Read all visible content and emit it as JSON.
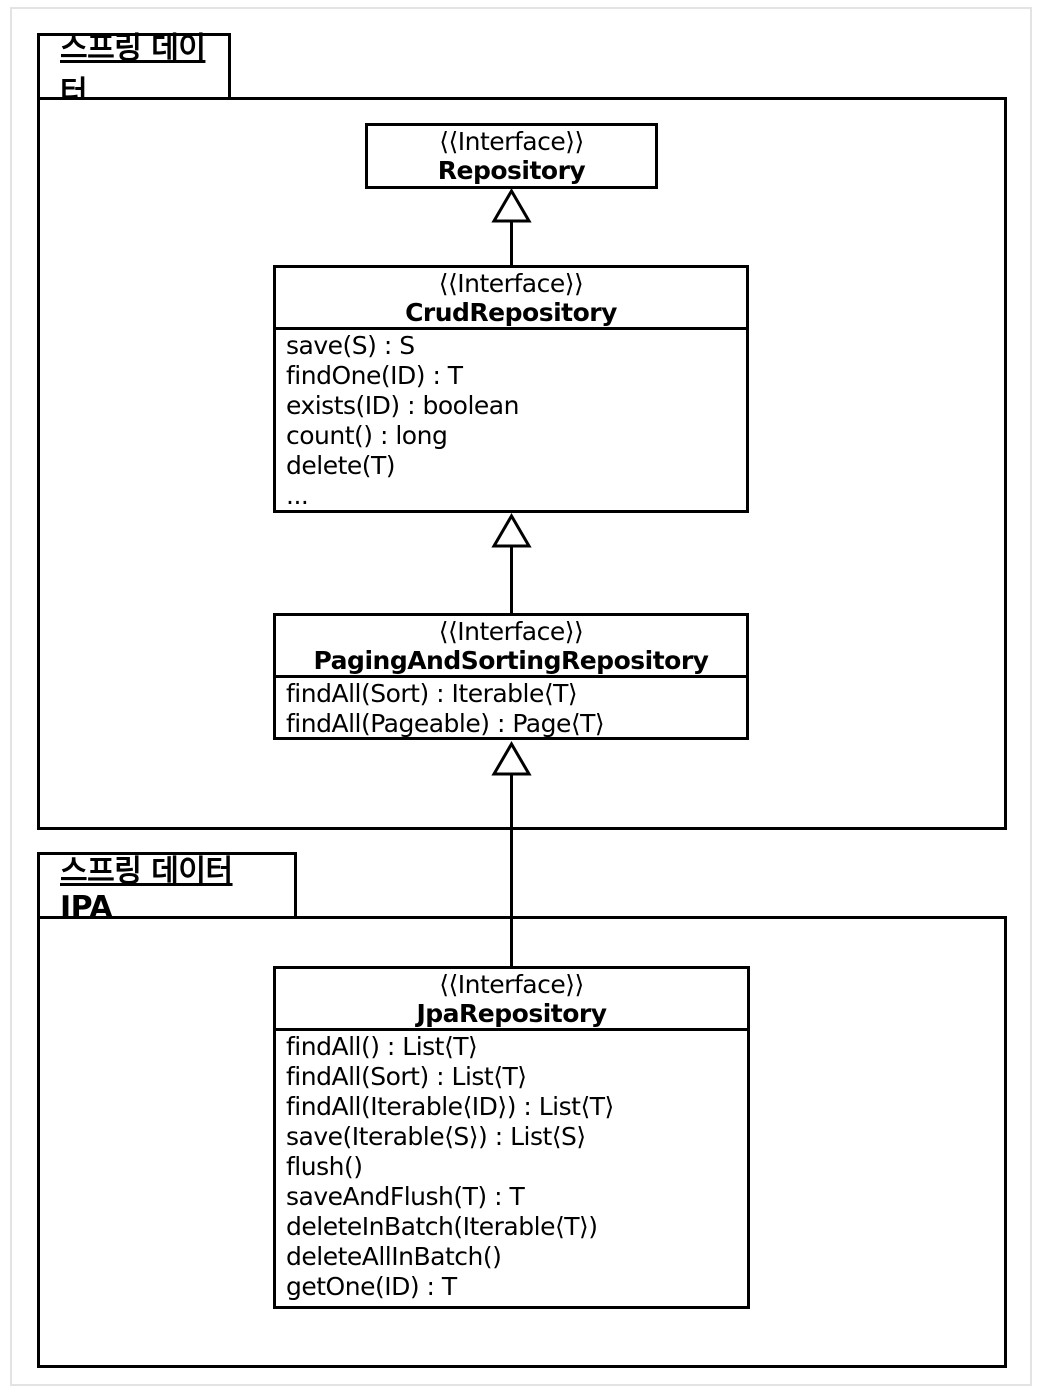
{
  "packages": {
    "spring_data": {
      "label": "스프링 데이터"
    },
    "spring_data_jpa": {
      "label": "스프링 데이터 JPA"
    }
  },
  "classes": {
    "repository": {
      "stereotype": "⟨⟨Interface⟩⟩",
      "name": "Repository",
      "methods": []
    },
    "crud_repository": {
      "stereotype": "⟨⟨Interface⟩⟩",
      "name": "CrudRepository",
      "methods": [
        "save(S) : S",
        "findOne(ID) : T",
        "exists(ID) : boolean",
        "count() : long",
        "delete(T)",
        "..."
      ]
    },
    "paging_and_sorting_repository": {
      "stereotype": "⟨⟨Interface⟩⟩",
      "name": "PagingAndSortingRepository",
      "methods": [
        "findAll(Sort) : Iterable⟨T⟩",
        "findAll(Pageable) : Page⟨T⟩"
      ]
    },
    "jpa_repository": {
      "stereotype": "⟨⟨Interface⟩⟩",
      "name": "JpaRepository",
      "methods": [
        "findAll() : List⟨T⟩",
        "findAll(Sort) : List⟨T⟩",
        "findAll(Iterable⟨ID⟩) : List⟨T⟩",
        "save(Iterable⟨S⟩) : List⟨S⟩",
        "flush()",
        "saveAndFlush(T) : T",
        "deleteInBatch(Iterable⟨T⟩)",
        "deleteAllInBatch()",
        "getOne(ID) : T"
      ]
    }
  },
  "relations": [
    {
      "from": "CrudRepository",
      "to": "Repository",
      "type": "generalization"
    },
    {
      "from": "PagingAndSortingRepository",
      "to": "CrudRepository",
      "type": "generalization"
    },
    {
      "from": "JpaRepository",
      "to": "PagingAndSortingRepository",
      "type": "generalization"
    }
  ],
  "colors": {
    "line": "#000000",
    "frame_border": "#e3e3e3",
    "background": "#ffffff"
  }
}
